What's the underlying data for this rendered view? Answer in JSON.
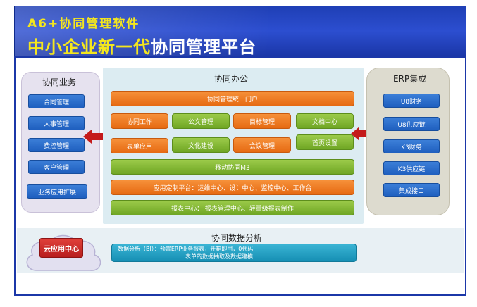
{
  "header": {
    "superscript": "A6+协同管理软件",
    "title_highlight": "中小企业新一代",
    "title_rest": "协同管理平台"
  },
  "left_panel": {
    "title": "协同业务",
    "items": [
      "合同管理",
      "人事管理",
      "费控管理",
      "客户管理",
      "业务应用扩展"
    ]
  },
  "center_panel": {
    "title": "协同办公",
    "portal": "协同管理统一门户",
    "row1": [
      "协同工作",
      "公文管理",
      "目标管理",
      "文档中心"
    ],
    "row2": [
      "表单应用",
      "文化建设",
      "会议管理",
      "首页设置"
    ],
    "mobile": "移动协同M3",
    "custom_platform": "应用定制平台：运维中心、设计中心、监控中心、工作台",
    "report_center": "报表中心： 报表管理中心、轻量级报表制作"
  },
  "right_panel": {
    "title": "ERP集成",
    "items": [
      "U8财务",
      "U8供应链",
      "K3财务",
      "K3供应链",
      "集成接口"
    ]
  },
  "bottom": {
    "title": "协同数据分析",
    "cloud_label": "云应用中心",
    "analysis_line1": "数据分析（BI）：预置ERP业务报表，开箱即用，0代码",
    "analysis_line2": "表单的数据抽取及数据建模"
  },
  "colors": {
    "header_bg": "#2c4ed0",
    "header_accent": "#f4e61e",
    "orange": "#ee7b22",
    "green": "#86b838",
    "blue": "#2a6cc9",
    "teal": "#23a2c6",
    "red": "#c9302c"
  }
}
